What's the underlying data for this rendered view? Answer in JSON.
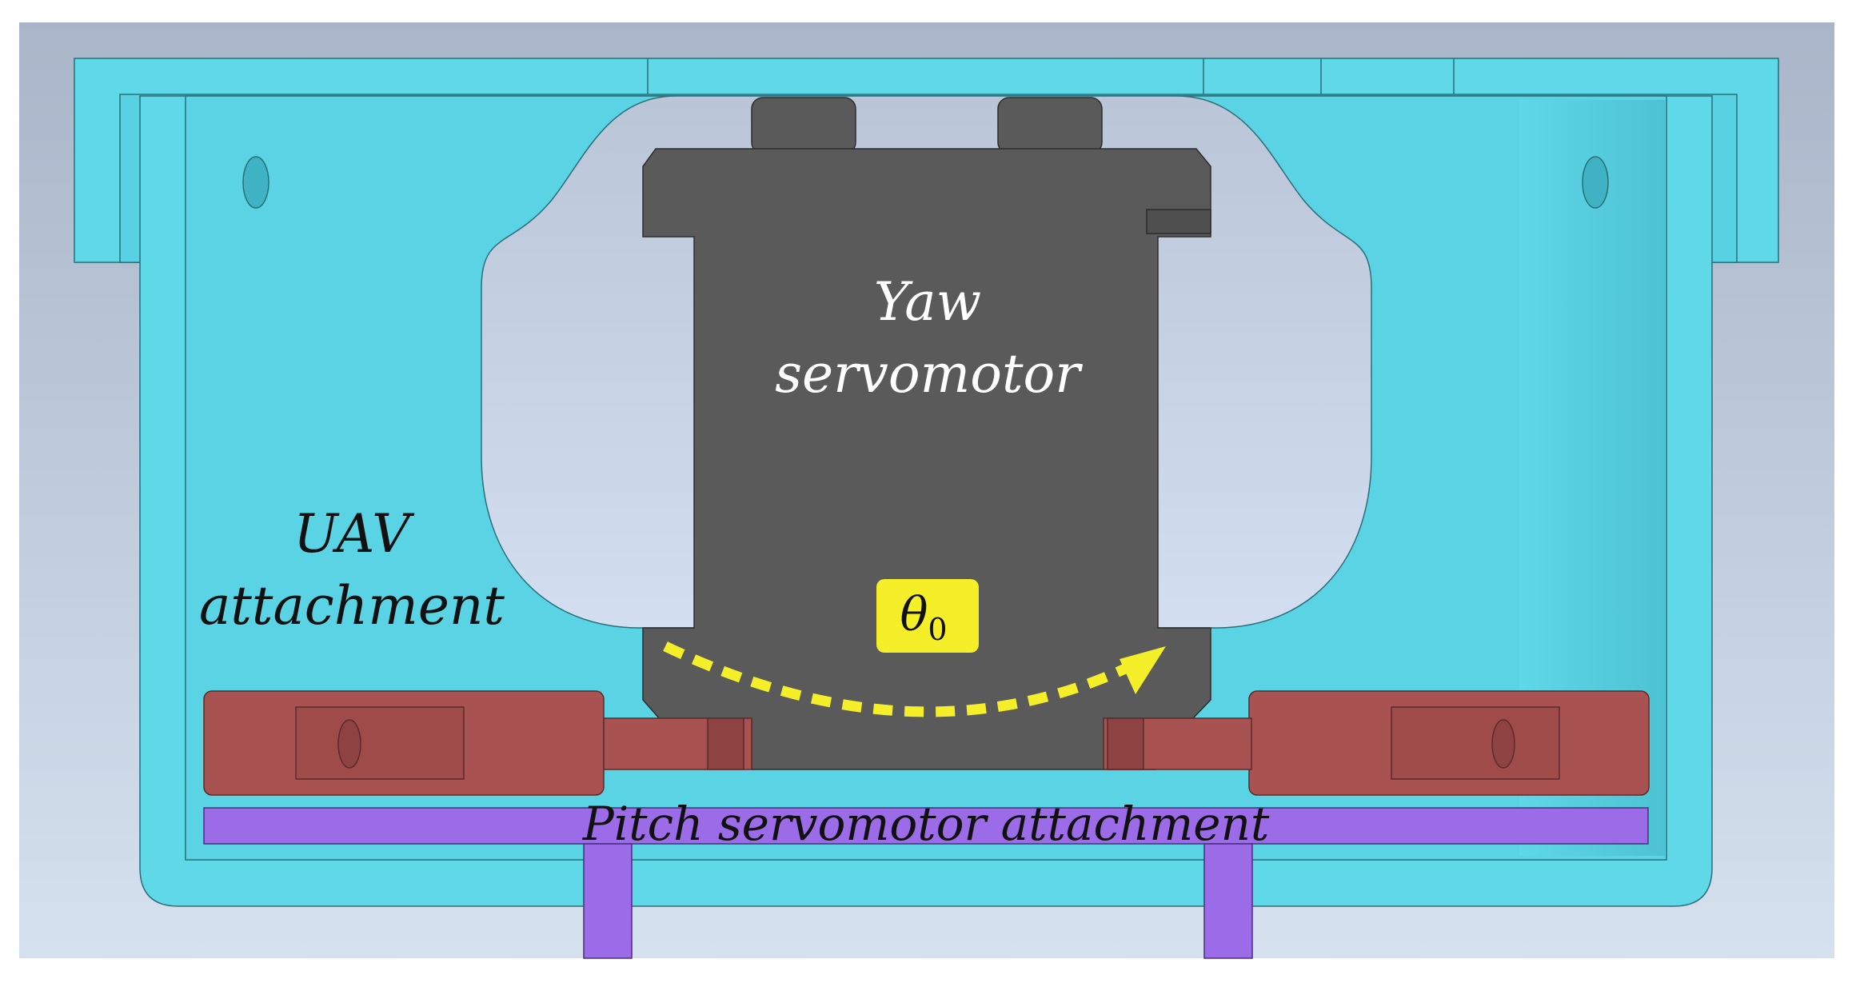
{
  "labels": {
    "yaw_line1": "Yaw",
    "yaw_line2": "servomotor",
    "uav_line1": "UAV",
    "uav_line2": "attachment",
    "theta_symbol": "θ",
    "theta_subscript": "0",
    "pitch_attachment": "Pitch servomotor attachment"
  },
  "colors": {
    "background_top": "#a9b6c9",
    "background_bottom": "#d6e1ef",
    "frame_cyan": "#5fd8e8",
    "frame_cyan_dark": "#4cc6d6",
    "servo_gray": "#5a5a5a",
    "servo_dark": "#4a4a4a",
    "arm_red": "#a85352",
    "arm_red_dark": "#8e4241",
    "pitch_purple": "#9b6be8",
    "arrow_yellow": "#f5ef2a",
    "label_box_yellow": "#f5ef2a",
    "text_dark": "#111111",
    "text_light": "#ffffff"
  }
}
